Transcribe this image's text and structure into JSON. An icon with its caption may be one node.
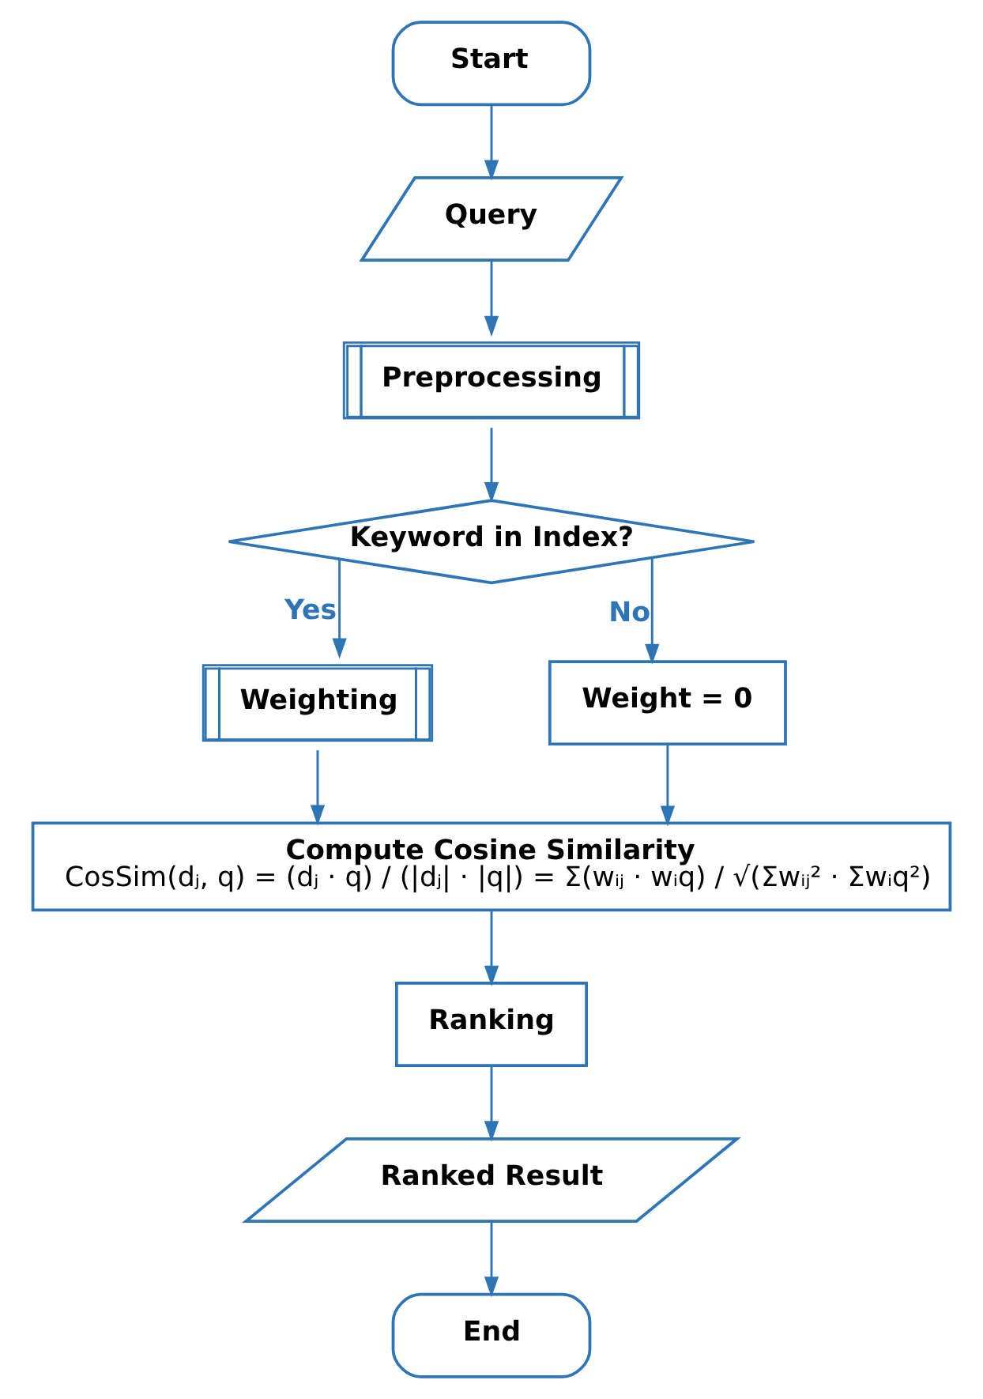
{
  "diagram": {
    "nodes": [
      {
        "text": [
          "Start"
        ]
      },
      {
        "text": [
          "Query"
        ]
      },
      {
        "text": [
          "Preprocessing"
        ]
      },
      {
        "text": [
          "Keyword in Index?"
        ]
      },
      {
        "text": [
          "Weighting"
        ]
      },
      {
        "text": [
          "Weight = 0"
        ]
      },
      {
        "text": [
          "Compute Cosine Similarity",
          "CosSim(dⱼ, q) = (dⱼ · q) / (|dⱼ| · |q|) = Σ(wᵢⱼ · wᵢq) / √(Σwᵢⱼ² · Σwᵢq²)"
        ]
      },
      {
        "text": [
          "Ranking"
        ]
      },
      {
        "text": [
          "Ranked Result"
        ]
      },
      {
        "text": [
          "End"
        ]
      }
    ],
    "edges": [
      {
        "from": 0,
        "to": 1,
        "arrow": "to"
      },
      {
        "from": 1,
        "to": 2,
        "arrow": "to"
      },
      {
        "from": 2,
        "to": 3,
        "arrow": "to"
      },
      {
        "from": 3,
        "to": 4,
        "arrow": "to",
        "label": "Yes"
      },
      {
        "from": 3,
        "to": 5,
        "arrow": "to",
        "label": "No"
      },
      {
        "from": 4,
        "to": 6,
        "arrow": "to"
      },
      {
        "from": 5,
        "to": 6,
        "arrow": "to"
      },
      {
        "from": 6,
        "to": 7,
        "arrow": "to"
      },
      {
        "from": 7,
        "to": 8,
        "arrow": "to"
      },
      {
        "from": 8,
        "to": 9,
        "arrow": "to"
      }
    ]
  }
}
